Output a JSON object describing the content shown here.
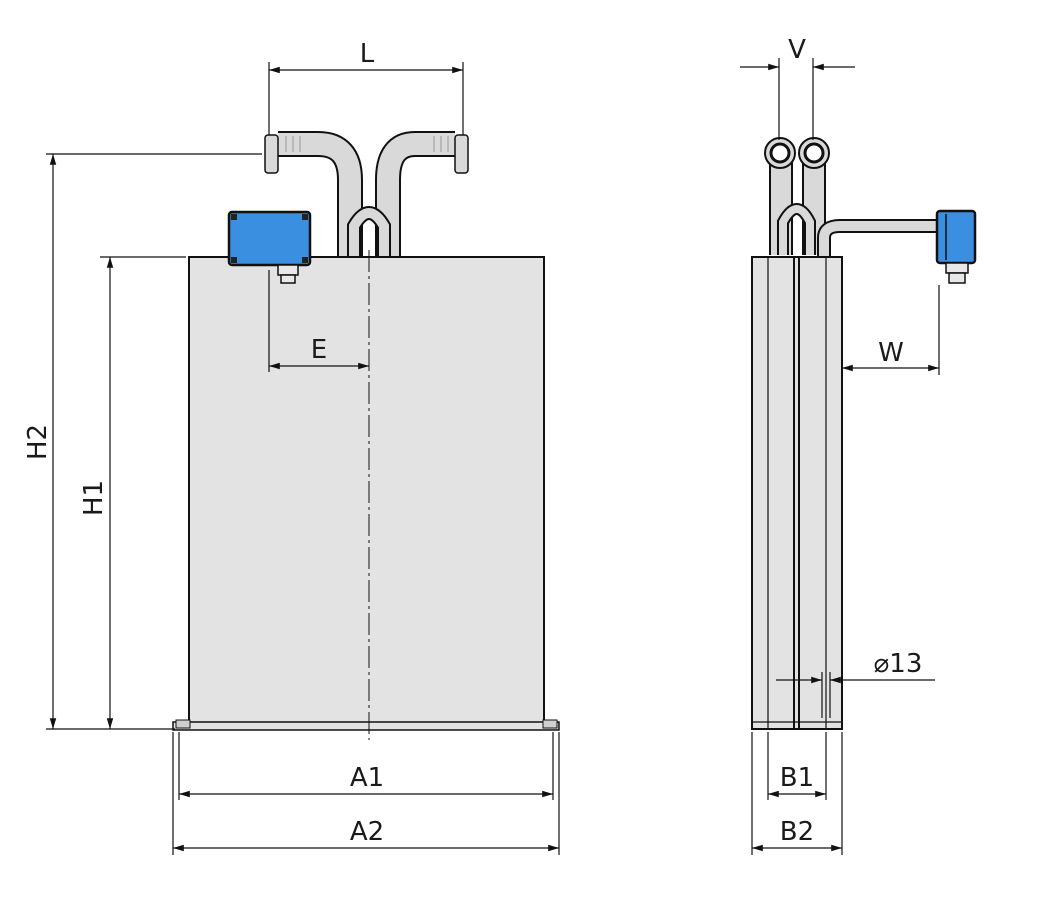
{
  "labels": {
    "L": "L",
    "E": "E",
    "H1": "H1",
    "H2": "H2",
    "A1": "A1",
    "A2": "A2",
    "V": "V",
    "W": "W",
    "B1": "B1",
    "B2": "B2",
    "diameter": "⌀13"
  },
  "colors": {
    "body_fill": "#e3e3e3",
    "pipe_fill": "#d9d9d9",
    "junction_box": "#3a8fe0",
    "outline": "#111111"
  }
}
